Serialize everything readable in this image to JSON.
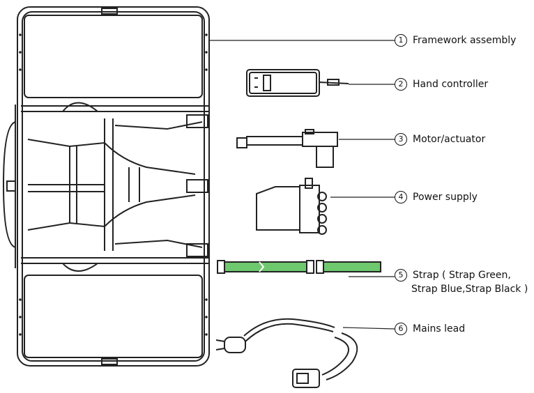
{
  "parts": [
    {
      "number": "1",
      "label": "Framework assembly"
    },
    {
      "number": "2",
      "label": "Hand controller"
    },
    {
      "number": "3",
      "label": "Motor/actuator"
    },
    {
      "number": "4",
      "label": "Power supply"
    },
    {
      "number": "5",
      "label": "Strap ( Strap Green,",
      "label_line2": "Strap Blue,Strap Black )"
    },
    {
      "number": "6",
      "label": "Mains lead"
    }
  ],
  "colors": {
    "strap": "#6ec86e",
    "line": "#222222"
  }
}
